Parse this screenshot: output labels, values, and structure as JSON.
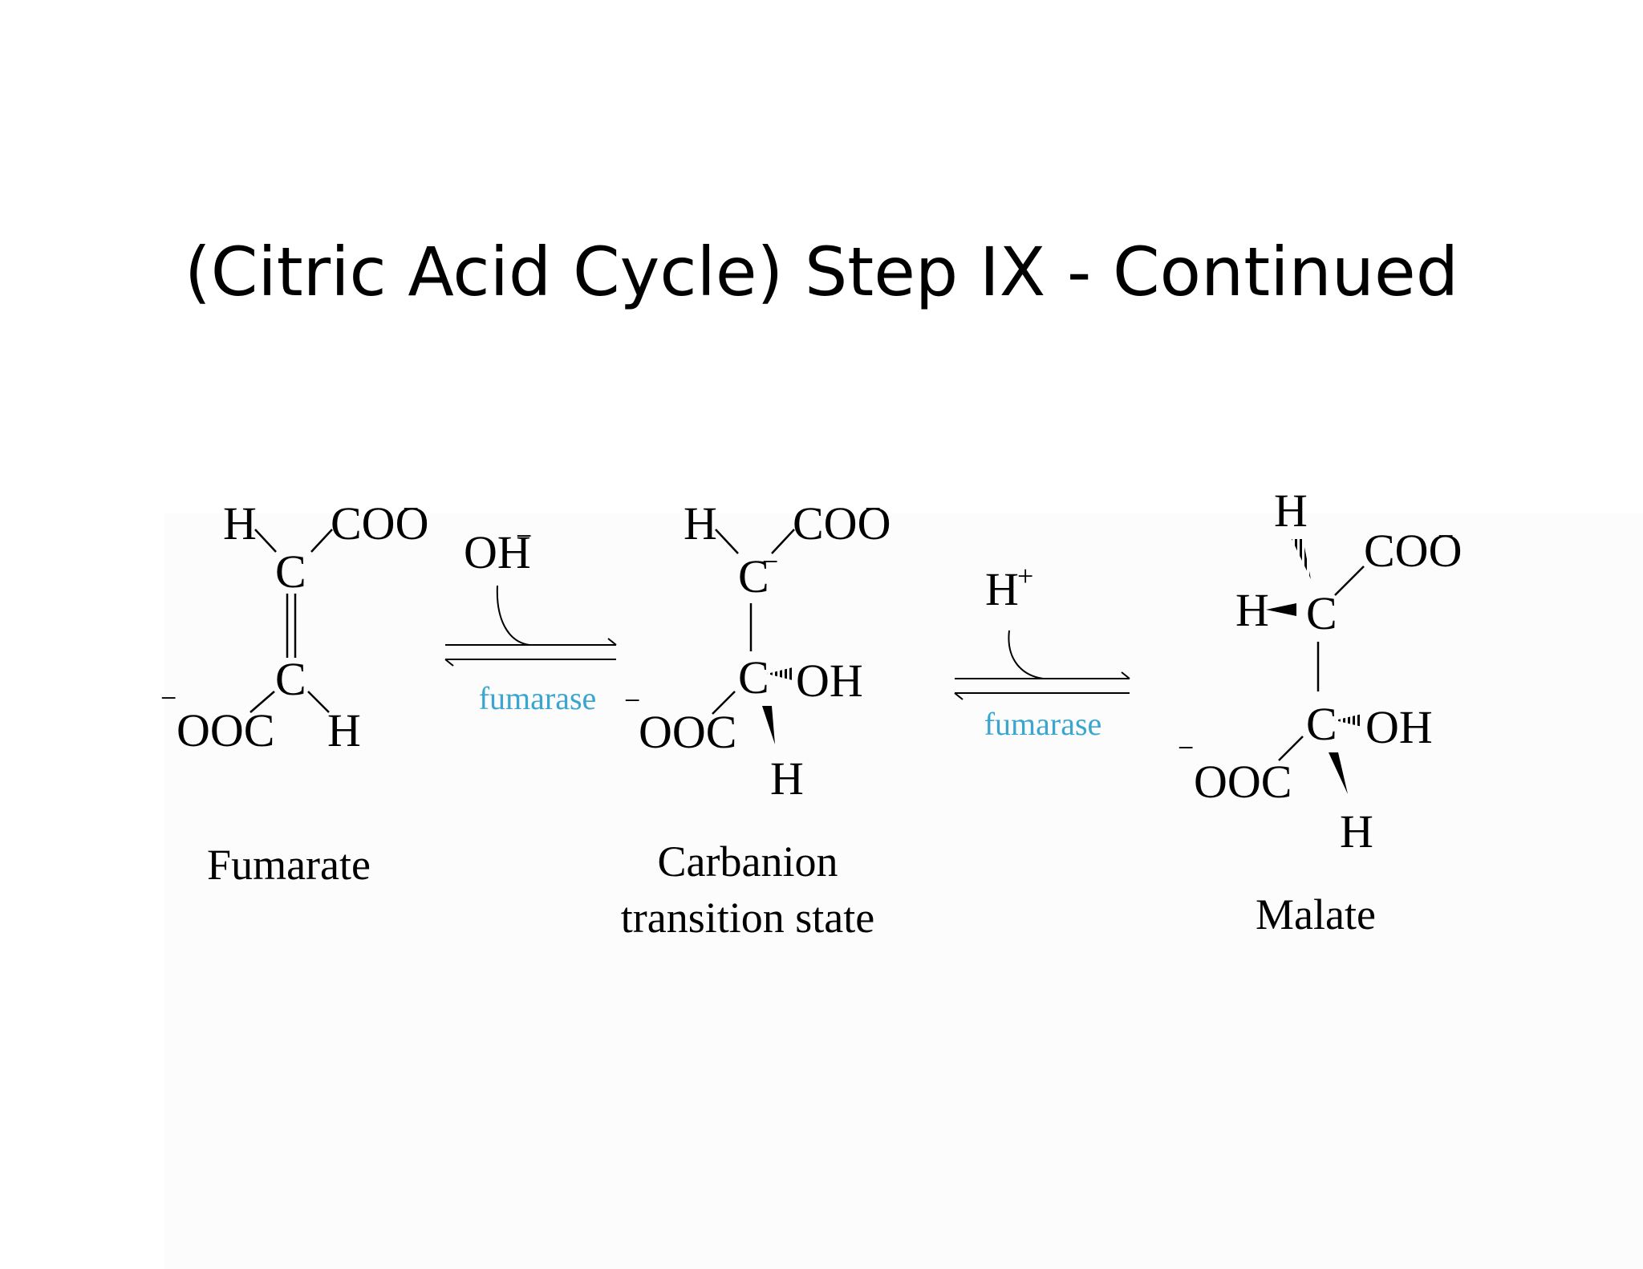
{
  "title": "(Citric Acid Cycle) Step IX - Continued",
  "colors": {
    "enzyme": "#3aa6cf",
    "text": "#000000",
    "background": "#ffffff"
  },
  "labels": {
    "fumarate": "Fumarate",
    "carbanion_line1": "Carbanion",
    "carbanion_line2": "transition state",
    "malate": "Malate"
  },
  "reagents": {
    "step1": {
      "species": "OH",
      "charge": "−"
    },
    "step2": {
      "species": "H",
      "charge": "+"
    }
  },
  "enzyme": {
    "step1": "fumarase",
    "step2": "fumarase"
  },
  "atoms": {
    "H": "H",
    "C": "C",
    "COO": "COO",
    "OOC": "OOC",
    "OH": "OH",
    "neg": "−"
  }
}
